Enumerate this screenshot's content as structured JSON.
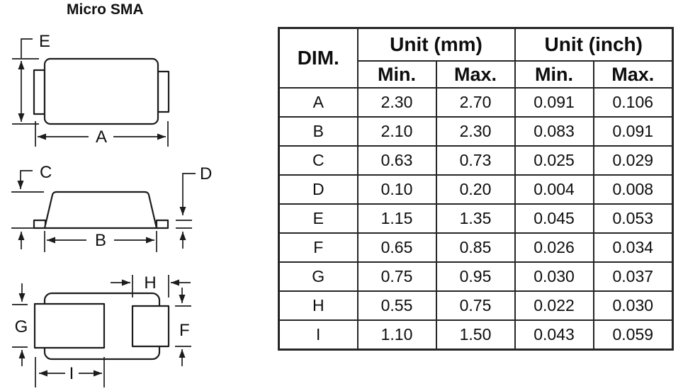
{
  "title": "Micro SMA",
  "views": {
    "top": {
      "labels": {
        "E": "E",
        "A": "A"
      }
    },
    "side": {
      "labels": {
        "C": "C",
        "D": "D",
        "B": "B"
      }
    },
    "bottom": {
      "labels": {
        "G": "G",
        "H": "H",
        "F": "F",
        "I": "I"
      }
    }
  },
  "table": {
    "dim_header": "DIM.",
    "group_headers": {
      "mm": "Unit (mm)",
      "inch": "Unit (inch)"
    },
    "sub_headers": {
      "mm_min": "Min.",
      "mm_max": "Max.",
      "inch_min": "Min.",
      "inch_max": "Max."
    },
    "rows": [
      {
        "dim": "A",
        "mm_min": "2.30",
        "mm_max": "2.70",
        "inch_min": "0.091",
        "inch_max": "0.106"
      },
      {
        "dim": "B",
        "mm_min": "2.10",
        "mm_max": "2.30",
        "inch_min": "0.083",
        "inch_max": "0.091"
      },
      {
        "dim": "C",
        "mm_min": "0.63",
        "mm_max": "0.73",
        "inch_min": "0.025",
        "inch_max": "0.029"
      },
      {
        "dim": "D",
        "mm_min": "0.10",
        "mm_max": "0.20",
        "inch_min": "0.004",
        "inch_max": "0.008"
      },
      {
        "dim": "E",
        "mm_min": "1.15",
        "mm_max": "1.35",
        "inch_min": "0.045",
        "inch_max": "0.053"
      },
      {
        "dim": "F",
        "mm_min": "0.65",
        "mm_max": "0.85",
        "inch_min": "0.026",
        "inch_max": "0.034"
      },
      {
        "dim": "G",
        "mm_min": "0.75",
        "mm_max": "0.95",
        "inch_min": "0.030",
        "inch_max": "0.037"
      },
      {
        "dim": "H",
        "mm_min": "0.55",
        "mm_max": "0.75",
        "inch_min": "0.022",
        "inch_max": "0.030"
      },
      {
        "dim": "I",
        "mm_min": "1.10",
        "mm_max": "1.50",
        "inch_min": "0.043",
        "inch_max": "0.059"
      }
    ]
  },
  "colors": {
    "background": "#ffffff",
    "line": "#1c1c1c",
    "text": "#111111"
  }
}
